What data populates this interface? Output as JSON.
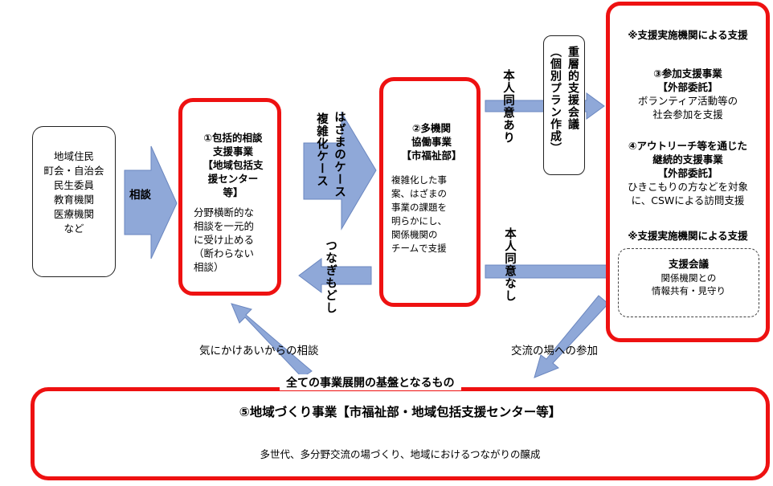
{
  "colors": {
    "red_border": "#ee1111",
    "arrow_fill": "#8fa8d8",
    "arrow_stroke": "#6a86bf"
  },
  "community": {
    "lines": [
      "地域住民",
      "町会・自治会",
      "民生委員",
      "教育機関",
      "医療機関",
      "など"
    ]
  },
  "arrow_consult": {
    "label": "相談"
  },
  "box1": {
    "title_lines": [
      "①包括的相談",
      "支援事業",
      "【地域包括支",
      "援センター",
      "等】"
    ],
    "body_lines": [
      "分野横断的な",
      "相談を一元的",
      "に受け止める",
      "（断わらない",
      "相談）"
    ]
  },
  "arrow_hazama": {
    "label_col1": "はざまのケース",
    "label_col2": "複雑化ケース"
  },
  "box2": {
    "title_lines": [
      "②多機関",
      "協働事業",
      "【市福祉部】"
    ],
    "body_lines": [
      "複雑化した事",
      "案、はざまの",
      "事業の課題を",
      "明らかにし、",
      "関係機関の",
      "チームで支援"
    ]
  },
  "arrow_back": {
    "label": "つなぎもどし"
  },
  "consent_yes": {
    "label": "本人同意あり"
  },
  "consent_no": {
    "label": "本人同意なし"
  },
  "meeting": {
    "col1": "重層的支援会議",
    "col2": "（個別プラン作成）"
  },
  "box3": {
    "header1": "※支援実施機関による支援",
    "item3_title": "③参加支援事業",
    "item3_sub": "【外部委託】",
    "item3_body_lines": [
      "ボランティア活動等の",
      "社会参加を支援"
    ],
    "item4_title_lines": [
      "④アウトリーチ等を通じた",
      "継続的支援事業"
    ],
    "item4_sub": "【外部委託】",
    "item4_body_lines": [
      "ひきこもりの方などを対象",
      "に、CSWによる訪問支援"
    ],
    "header2": "※支援実施機関による支援",
    "meeting_title": "支援会議",
    "meeting_body_lines": [
      "関係機関との",
      "情報共有・見守り"
    ]
  },
  "label_kinikake": "気にかけあいからの相談",
  "label_exchange": "交流の場への参加",
  "label_foundation": "全ての事業展開の基盤となるもの",
  "box5": {
    "title": "⑤地域づくり事業【市福祉部・地域包括支援センター等】",
    "body": "多世代、多分野交流の場づくり、地域におけるつながりの醸成"
  }
}
